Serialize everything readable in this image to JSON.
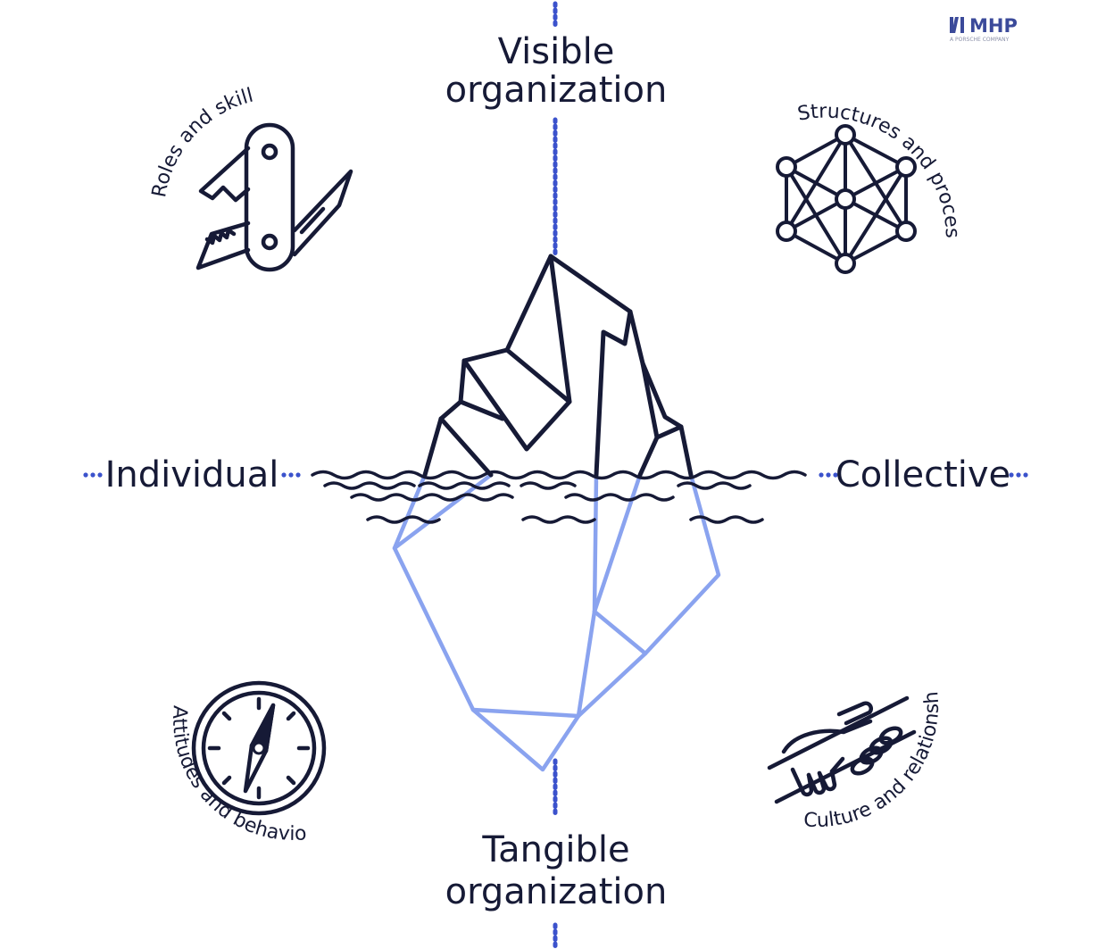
{
  "logo": {
    "text": "MHP",
    "tagline": "A PORSCHE COMPANY"
  },
  "axis": {
    "top_line1": "Visible",
    "top_line2": "organization",
    "bottom_line1": "Tangible",
    "bottom_line2": "organization",
    "left": "Individual",
    "right": "Collective"
  },
  "quadrants": {
    "top_left": {
      "label": "Roles and skills",
      "icon": "pocket-knife-icon"
    },
    "top_right": {
      "label": "Structures and processes",
      "icon": "network-icon"
    },
    "bottom_left": {
      "label": "Attitudes and behaviors",
      "icon": "compass-icon"
    },
    "bottom_right": {
      "label": "Culture and relationships",
      "icon": "handshake-icon"
    }
  },
  "colors": {
    "ink": "#161a36",
    "accent": "#3b52cc",
    "ice_below": "#8aa3ef"
  }
}
